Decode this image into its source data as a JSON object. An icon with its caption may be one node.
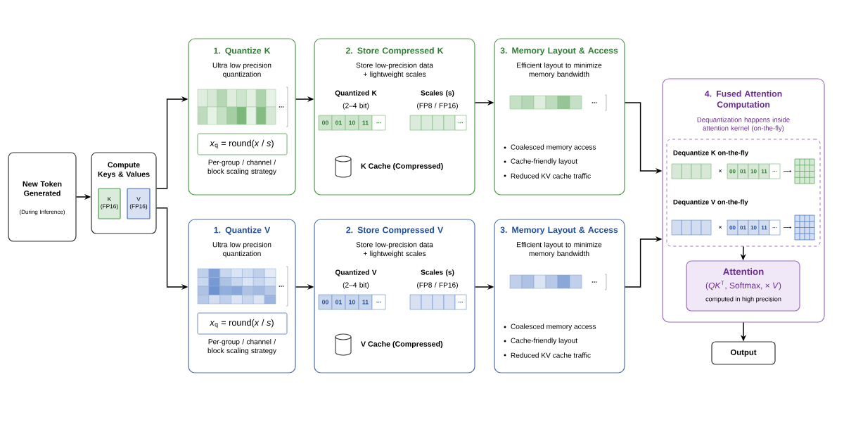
{
  "diagram": {
    "nodes": [
      {
        "text": [
          "New Token Generated",
          "(During Inference)"
        ]
      },
      {
        "text": [
          "Compute Keys & Values"
        ]
      },
      {
        "text": [
          "K (FP16)"
        ],
        "in": 1
      },
      {
        "text": [
          "V (FP16)"
        ],
        "in": 1
      },
      {
        "text": [
          "1. Quantize K",
          "Ultra low precision quantization",
          "Per-group / channel / block scaling strategy"
        ]
      },
      {
        "text": [
          "*x*$_{q}$ = round(*x* / *s*)"
        ],
        "in": 4
      },
      {
        "text": [
          "2. Store Compressed K",
          "Store low-precision data + lightweight scales",
          "Quantized K",
          "(2–4 bit)",
          "Scales (s)",
          "(FP8 / FP16)"
        ]
      },
      {
        "text": [],
        "shape": "cylinder",
        "in": 6,
        "beside": [
          "K Cache (Compressed)"
        ]
      },
      {
        "text": [
          "3. Memory Layout & Access",
          "Efficient layout to minimize memory bandwidth",
          "Coalesced memory access",
          "Cache-friendly layout",
          "Reduced KV cache traffic"
        ]
      },
      {
        "text": [
          "1. Quantize V",
          "Ultra low precision quantization",
          "Per-group / channel / block scaling strategy"
        ]
      },
      {
        "text": [
          "*x*$_{q}$ = round(*x* / *s*)"
        ],
        "in": 9
      },
      {
        "text": [
          "2. Store Compressed V",
          "Store low-precision data + lightweight scales",
          "Quantized V",
          "(2–4 bit)",
          "Scales (s)",
          "(FP8 / FP16)"
        ]
      },
      {
        "text": [],
        "shape": "cylinder",
        "in": 11,
        "beside": [
          "V Cache (Compressed)"
        ]
      },
      {
        "text": [
          "3. Memory Layout & Access",
          "Efficient layout to minimize memory bandwidth",
          "Coalesced memory access",
          "Cache-friendly layout",
          "Reduced KV cache traffic"
        ]
      },
      {
        "text": [
          "4. Fused Attention Computation",
          "Dequantization happens inside attention kernel (on-the-fly)"
        ]
      },
      {
        "text": [
          "Dequantize K on-the-fly",
          "Dequantize V on-the-fly"
        ],
        "in": 14
      },
      {
        "text": [
          "Attention",
          "(*QK*$^{T}$, Softmax, × *V*)",
          "computed in high precision"
        ],
        "in": 14
      },
      {
        "text": [
          "Output"
        ]
      }
    ],
    "edges": [
      {
        "from": 0,
        "to": 1,
        "arrow": "to"
      },
      {
        "from": 1,
        "to": 4,
        "arrow": "to"
      },
      {
        "from": 1,
        "to": 9,
        "arrow": "to"
      },
      {
        "from": 4,
        "to": 6,
        "arrow": "to"
      },
      {
        "from": 6,
        "to": 8,
        "arrow": "to"
      },
      {
        "from": 9,
        "to": 11,
        "arrow": "to"
      },
      {
        "from": 11,
        "to": 13,
        "arrow": "to"
      },
      {
        "from": 8,
        "to": 14,
        "arrow": "to"
      },
      {
        "from": 13,
        "to": 14,
        "arrow": "to"
      },
      {
        "from": 15,
        "to": 16,
        "arrow": "to"
      },
      {
        "from": 14,
        "to": 17,
        "arrow": "to"
      }
    ],
    "labels": [
      "...",
      "00",
      "01",
      "10",
      "11",
      "...",
      "...",
      "...",
      "...",
      "00",
      "01",
      "10",
      "11",
      "...",
      "...",
      "...",
      "×",
      "00",
      "01",
      "10",
      "11",
      "...",
      "×",
      "00",
      "01",
      "10",
      "11",
      "..."
    ]
  }
}
